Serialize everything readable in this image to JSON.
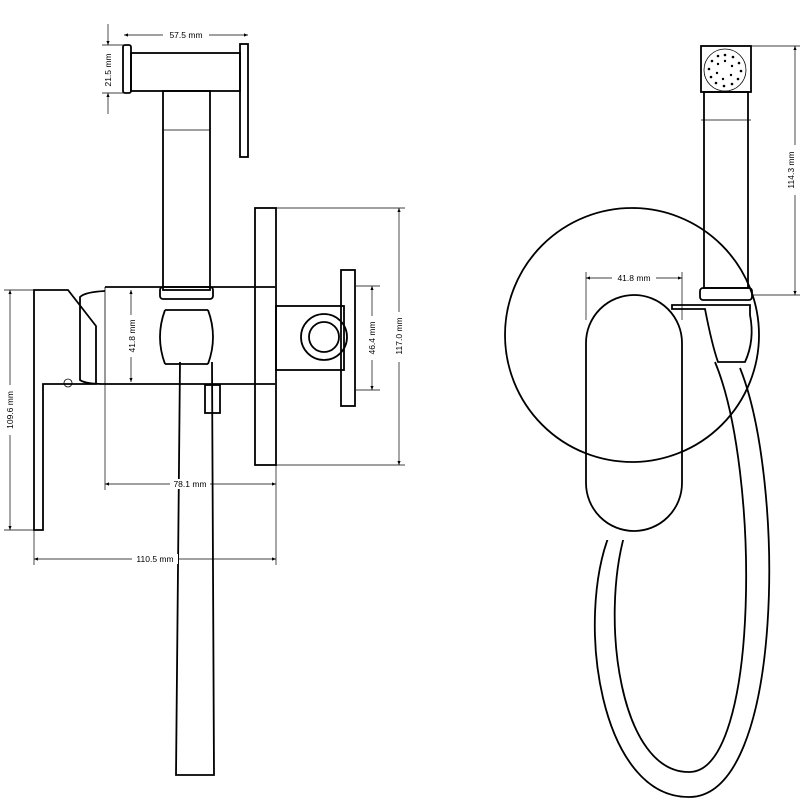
{
  "side_view": {
    "dimensions": {
      "head_length": "57.5 mm",
      "head_height": "21.5 mm",
      "body_height": "41.8 mm",
      "holder_span": "46.4 mm",
      "plate_height": "117.0 mm",
      "body_depth": "78.1 mm",
      "overall_depth": "110.5 mm",
      "lever_height": "109.6 mm"
    }
  },
  "front_view": {
    "dimensions": {
      "handle_width": "41.8 mm",
      "sprayer_height": "114.3 mm"
    }
  }
}
